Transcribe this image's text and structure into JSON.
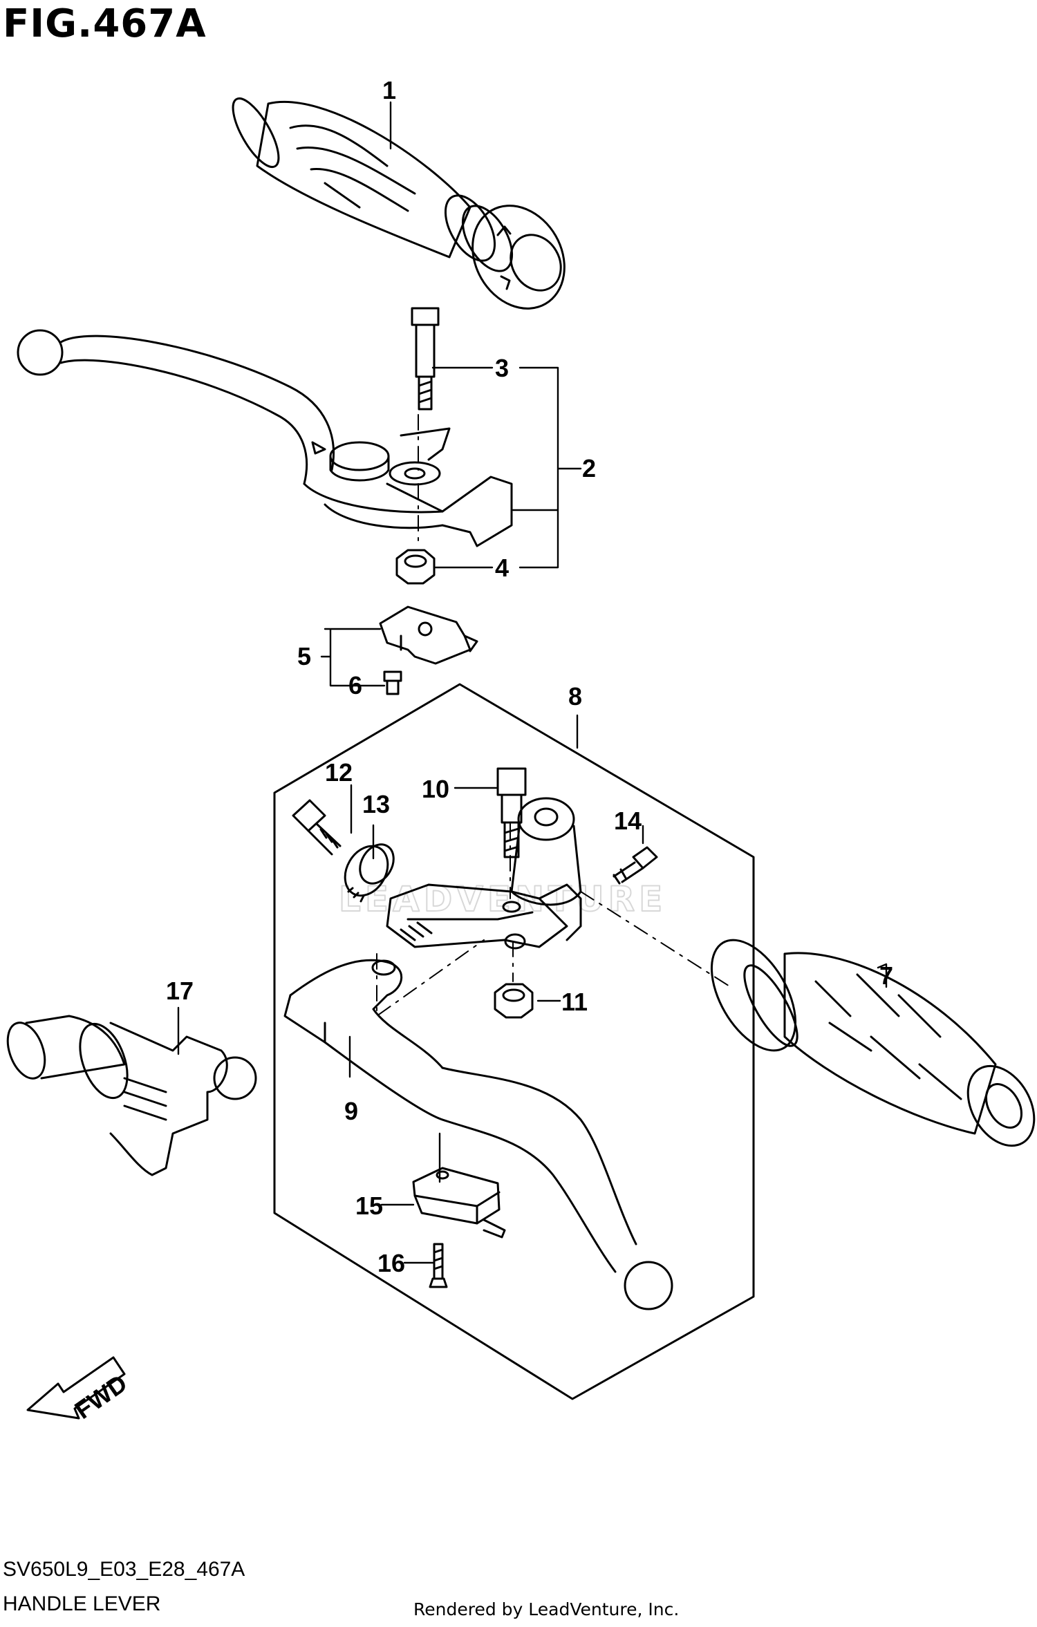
{
  "figure": {
    "title": "FIG.467A",
    "code": "SV650L9_E03_E28_467A",
    "caption": "HANDLE LEVER",
    "render_credit": "Rendered by LeadVenture, Inc.",
    "watermark": "LEADVENTURE"
  },
  "direction_marker": {
    "label": "FWD"
  },
  "callouts": [
    {
      "id": "c1",
      "label": "1"
    },
    {
      "id": "c2",
      "label": "2"
    },
    {
      "id": "c3",
      "label": "3"
    },
    {
      "id": "c4",
      "label": "4"
    },
    {
      "id": "c5",
      "label": "5"
    },
    {
      "id": "c6",
      "label": "6"
    },
    {
      "id": "c7",
      "label": "7"
    },
    {
      "id": "c8",
      "label": "8"
    },
    {
      "id": "c9",
      "label": "9"
    },
    {
      "id": "c10",
      "label": "10"
    },
    {
      "id": "c11",
      "label": "11"
    },
    {
      "id": "c12",
      "label": "12"
    },
    {
      "id": "c13",
      "label": "13"
    },
    {
      "id": "c14",
      "label": "14"
    },
    {
      "id": "c15",
      "label": "15"
    },
    {
      "id": "c16",
      "label": "16"
    },
    {
      "id": "c17",
      "label": "17"
    }
  ]
}
